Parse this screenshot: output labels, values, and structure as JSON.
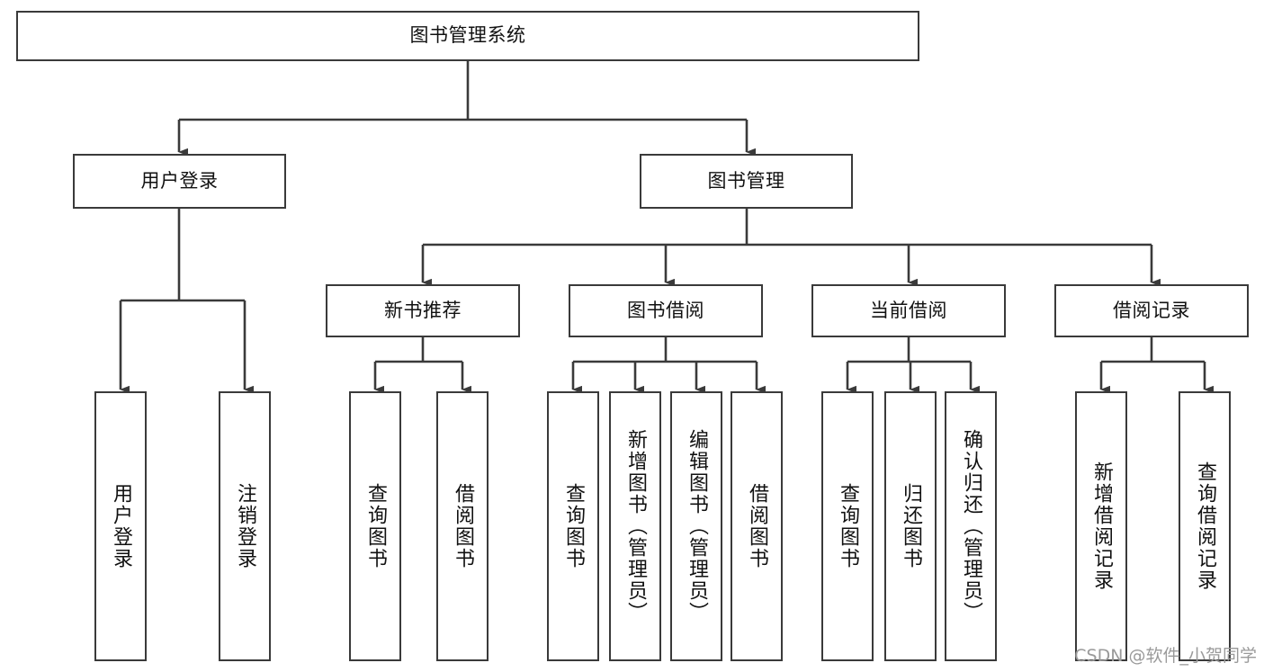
{
  "diagram": {
    "type": "tree",
    "title": "图书管理系统",
    "watermark": "CSDN @软件_小贺同学",
    "colors": {
      "box_border": "#3a3a3a",
      "box_fill": "#ffffff",
      "connector": "#3a3a3a",
      "text": "#111111",
      "watermark": "#9a9a9a"
    },
    "levels": {
      "root": {
        "label": "图书管理系统"
      },
      "level2": [
        {
          "label": "用户登录"
        },
        {
          "label": "图书管理"
        }
      ],
      "level3": [
        {
          "label": "新书推荐"
        },
        {
          "label": "图书借阅"
        },
        {
          "label": "当前借阅"
        },
        {
          "label": "借阅记录"
        }
      ],
      "leaves": {
        "user_login": [
          {
            "label": "用户登录"
          },
          {
            "label": "注销登录"
          }
        ],
        "new_book_recommend": [
          {
            "label": "查询图书"
          },
          {
            "label": "借阅图书"
          }
        ],
        "book_borrow": [
          {
            "label": "查询图书"
          },
          {
            "label": "新增图书（管理员）"
          },
          {
            "label": "编辑图书（管理员）"
          },
          {
            "label": "借阅图书"
          }
        ],
        "current_borrow": [
          {
            "label": "查询图书"
          },
          {
            "label": "归还图书"
          },
          {
            "label": "确认归还（管理员）"
          }
        ],
        "borrow_record": [
          {
            "label": "新增借阅记录"
          },
          {
            "label": "查询借阅记录"
          }
        ]
      }
    }
  }
}
